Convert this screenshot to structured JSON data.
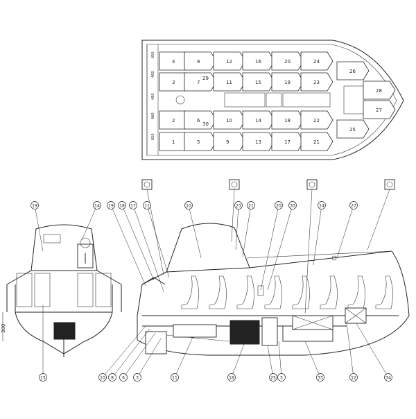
{
  "plan_view": {
    "seat_numbers": [
      "1",
      "2",
      "3",
      "4",
      "5",
      "6",
      "7",
      "8",
      "9",
      "10",
      "11",
      "12",
      "13",
      "14",
      "15",
      "16",
      "17",
      "18",
      "19",
      "20",
      "21",
      "22",
      "23",
      "24",
      "25",
      "26",
      "27",
      "28",
      "29",
      "30"
    ],
    "row_labels": [
      "650",
      "460",
      "480",
      "460",
      "650"
    ]
  },
  "front_view": {
    "dimension_label": "300",
    "top_callouts": [
      "19",
      "14"
    ],
    "bottom_callouts": [
      "15"
    ]
  },
  "side_view": {
    "top_callouts": [
      "19",
      "18",
      "17",
      "11",
      "10",
      "23",
      "21",
      "20",
      "30",
      "14",
      "27"
    ],
    "bottom_callouts": [
      "10",
      "8",
      "6",
      "3",
      "11",
      "16",
      "25",
      "5",
      "33",
      "12",
      "34"
    ],
    "symbol_icons": [
      "symbol-a",
      "symbol-b",
      "symbol-c",
      "symbol-d"
    ]
  }
}
